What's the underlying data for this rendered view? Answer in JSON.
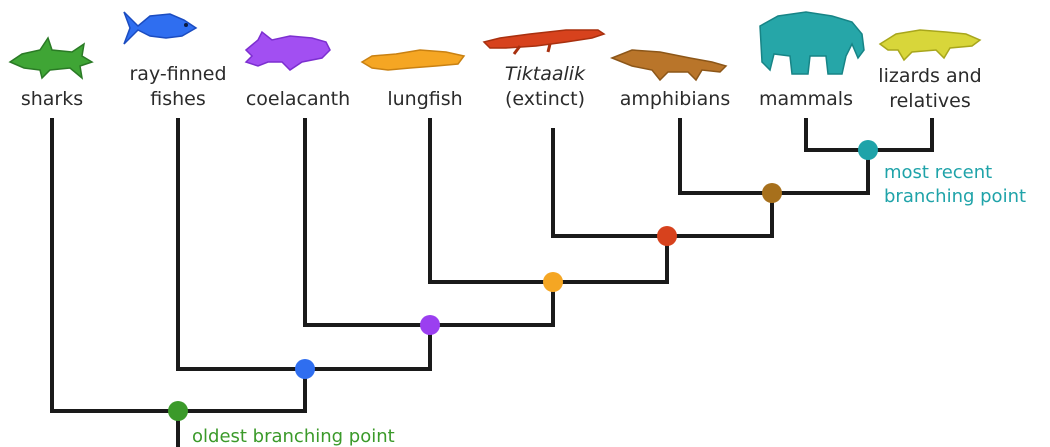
{
  "taxa": [
    {
      "line1": "sharks",
      "line2": "",
      "icon": "shark-icon",
      "color": "#3fa535"
    },
    {
      "line1": "ray-finned",
      "line2": "fishes",
      "icon": "ray-finned-fish-icon",
      "color": "#2f6ef0"
    },
    {
      "line1": "coelacanth",
      "line2": "",
      "icon": "coelacanth-icon",
      "color": "#a24ff2"
    },
    {
      "line1": "lungfish",
      "line2": "",
      "icon": "lungfish-icon",
      "color": "#f5a623"
    },
    {
      "line1": "Tiktaalik",
      "line2": "(extinct)",
      "icon": "tiktaalik-icon",
      "color": "#d7421d"
    },
    {
      "line1": "amphibians",
      "line2": "",
      "icon": "amphibian-icon",
      "color": "#b9752a"
    },
    {
      "line1": "mammals",
      "line2": "",
      "icon": "elephant-icon",
      "color": "#26a6a8"
    },
    {
      "line1": "lizards and",
      "line2": "relatives",
      "icon": "lizard-icon",
      "color": "#d8d63a"
    }
  ],
  "nodes": [
    {
      "color": "#3b9a2a"
    },
    {
      "color": "#2f6ef0"
    },
    {
      "color": "#9b3ff0"
    },
    {
      "color": "#f5a623"
    },
    {
      "color": "#d7421d"
    },
    {
      "color": "#a7701c"
    },
    {
      "color": "#1fa3a9"
    }
  ],
  "callouts": {
    "oldest": {
      "text": "oldest branching point",
      "color": "#3b9a2a"
    },
    "recent_line1": "most recent",
    "recent_line2": "branching point",
    "recent_color": "#1fa3a9"
  }
}
